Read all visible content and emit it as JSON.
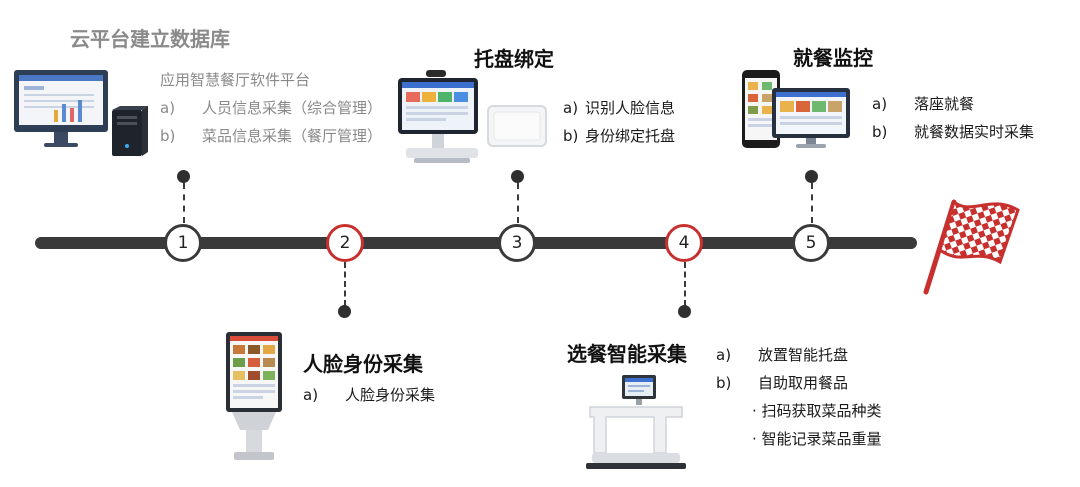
{
  "steps": [
    {
      "id": "1",
      "title": "云平台建立数据库",
      "platform": "应用智慧餐厅软件平台",
      "items": [
        {
          "label": "a)",
          "text": "人员信息采集（综合管理）"
        },
        {
          "label": "b)",
          "text": "菜品信息采集（餐厅管理）"
        }
      ]
    },
    {
      "id": "2",
      "title": "人脸身份采集",
      "items": [
        {
          "label": "a)",
          "text": "人脸身份采集"
        }
      ]
    },
    {
      "id": "3",
      "title": "托盘绑定",
      "items": [
        {
          "label": "a)",
          "text": "识别人脸信息"
        },
        {
          "label": "b)",
          "text": "身份绑定托盘"
        }
      ]
    },
    {
      "id": "4",
      "title": "选餐智能采集",
      "items": [
        {
          "label": "a)",
          "text": "放置智能托盘"
        },
        {
          "label": "b)",
          "text": "自助取用餐品"
        }
      ],
      "subitems": [
        "· 扫码获取菜品种类",
        "· 智能记录菜品重量"
      ]
    },
    {
      "id": "5",
      "title": "就餐监控",
      "items": [
        {
          "label": "a)",
          "text": "落座就餐"
        },
        {
          "label": "b)",
          "text": "就餐数据实时采集"
        }
      ]
    }
  ],
  "colors": {
    "line": "#3a3a3a",
    "accent": "#c8302e",
    "muted": "#8a8a8a"
  },
  "icons": [
    "desktop-monitor-icon",
    "server-tower-icon",
    "kiosk-terminal-icon",
    "pos-terminal-icon",
    "tray-icon",
    "smart-scale-station-icon",
    "phone-icon",
    "monitor-icon",
    "checkered-flag-icon"
  ]
}
